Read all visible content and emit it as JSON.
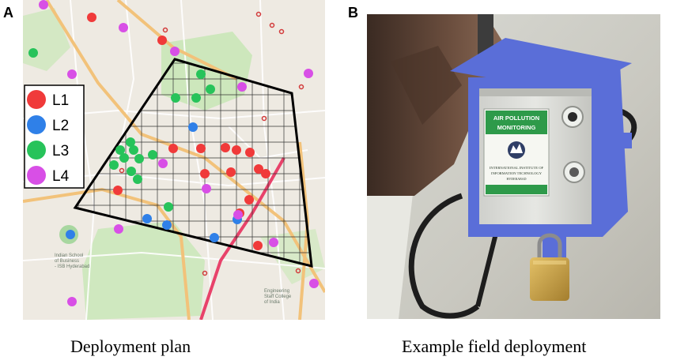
{
  "panels": {
    "a": {
      "letter": "A",
      "caption": "Deployment plan",
      "legend": [
        {
          "label": "L1",
          "color": "#f03a3a"
        },
        {
          "label": "L2",
          "color": "#2f80e8"
        },
        {
          "label": "L3",
          "color": "#27c35a"
        },
        {
          "label": "L4",
          "color": "#d84fe6"
        }
      ],
      "map_labels": [
        "Indian School of Business - ISB Hyderabad",
        "Engineering Staff College of India"
      ]
    },
    "b": {
      "letter": "B",
      "caption": "Example field deployment",
      "sign": {
        "line1": "AIR POLLUTION",
        "line2": "MONITORING",
        "org1": "INTERNATIONAL INSTITUTE OF",
        "org2": "INFORMATION TECHNOLOGY",
        "city": "HYDERABAD"
      }
    }
  },
  "colors": {
    "L1": "#f03a3a",
    "L2": "#2f80e8",
    "L3": "#27c35a",
    "L4": "#d84fe6",
    "map_land": "#eeeae2",
    "map_green": "#c9e7b8",
    "road_orange": "#f2c27a",
    "road_pink": "#e8426a",
    "bracket_blue": "#5a6ed8",
    "sign_green": "#2e9a4a",
    "lock_gold": "#c9a34a"
  },
  "icons": {
    "sensor": "air-quality-sensor-icon",
    "lock": "padlock-icon"
  }
}
